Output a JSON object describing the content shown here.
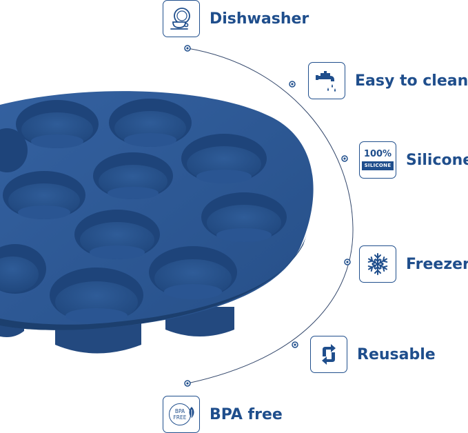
{
  "colors": {
    "accent": "#1f4e8c",
    "silicone": "#2c5690",
    "silicone_dark": "#1d3f6c",
    "line": "#33476b"
  },
  "features": [
    {
      "id": "dishwasher",
      "label": "Dishwasher",
      "icon": "dishes-icon"
    },
    {
      "id": "easy-clean",
      "label": "Easy to clean",
      "icon": "faucet-icon"
    },
    {
      "id": "silicone",
      "label": "Silicone",
      "icon": "silicone-badge-icon",
      "badge_top": "100%",
      "badge_bottom": "SILICONE"
    },
    {
      "id": "freezer",
      "label": "Freezer",
      "icon": "snowflake-icon"
    },
    {
      "id": "reusable",
      "label": "Reusable",
      "icon": "recycle-arrows-icon"
    },
    {
      "id": "bpa-free",
      "label": "BPA free",
      "icon": "bpa-free-leaf-icon",
      "badge_line1": "BPA",
      "badge_line2": "FREE"
    }
  ]
}
